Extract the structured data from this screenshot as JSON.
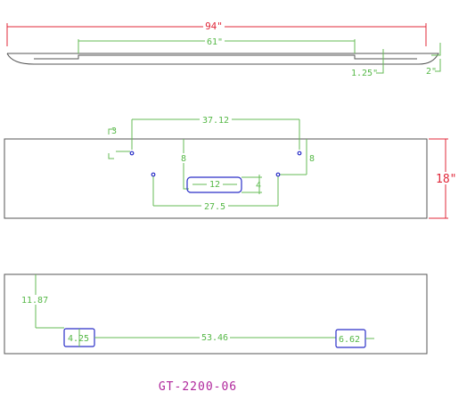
{
  "top_view": {
    "overall_width": "94\"",
    "inner_width": "61\"",
    "edge_offset": "1.25\"",
    "end_height": "2\""
  },
  "middle_view": {
    "top_offset": "3",
    "hole_spacing": "37.12",
    "left_drop": "8",
    "right_drop": "8",
    "slot_width": "12",
    "slot_height": "4",
    "lower_hole_spacing": "27.5",
    "panel_height": "18\""
  },
  "bottom_view": {
    "vertical_offset": "11.87",
    "left_box": "4.25",
    "center_span": "53.46",
    "right_box": "6.62"
  },
  "part_number": "GT-2200-06",
  "colors": {
    "dimension": "#55b846",
    "overall": "#e0283a",
    "holes": "#2a2fc8",
    "outline": "#555555",
    "part_number": "#b0279c"
  }
}
